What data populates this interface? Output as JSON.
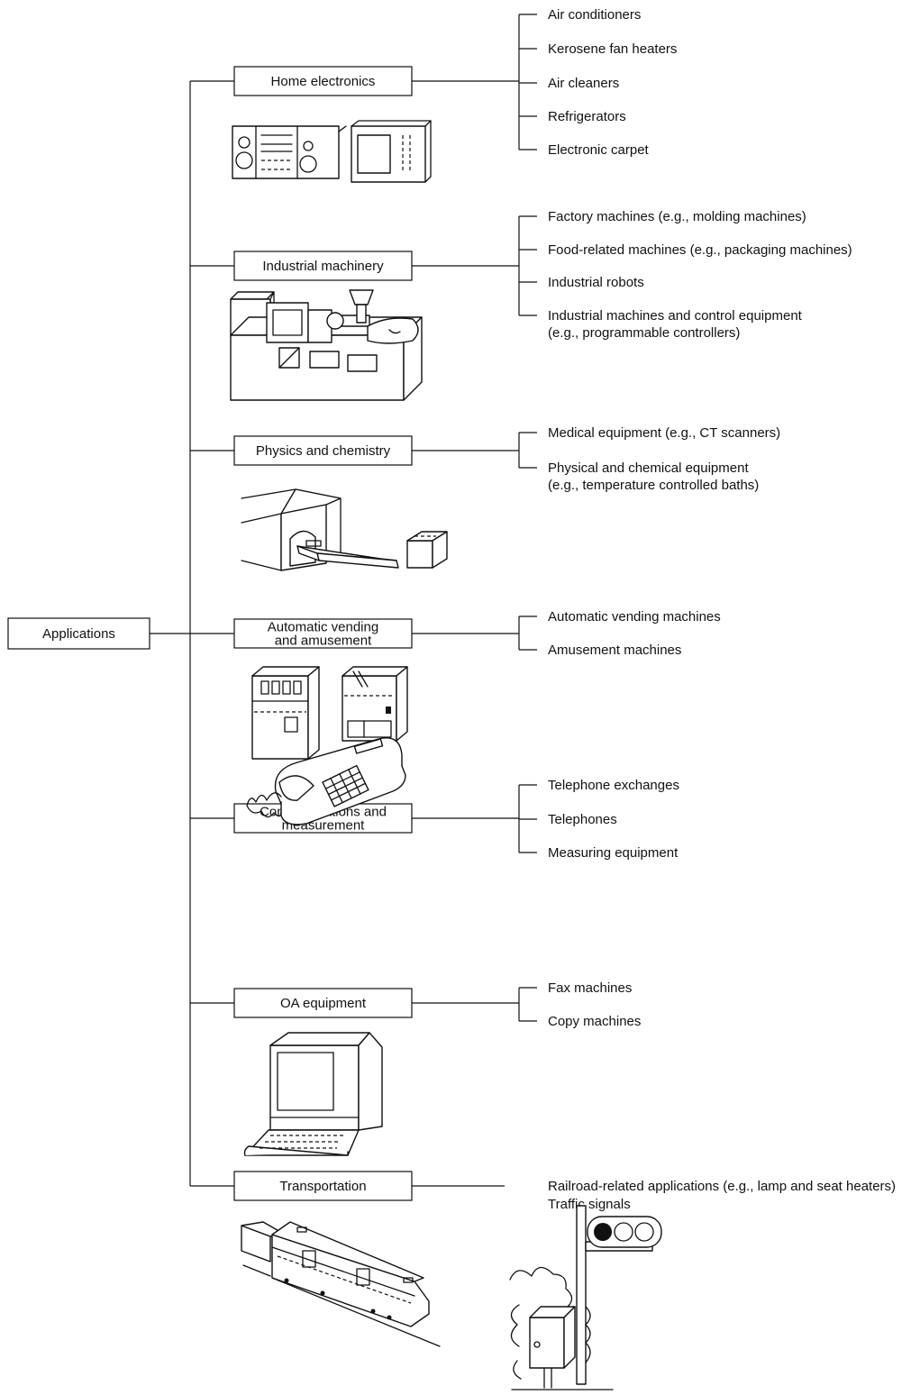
{
  "root": "Applications",
  "categories": [
    {
      "id": "home-electronics",
      "label_lines": [
        "Home electronics"
      ],
      "items": [
        [
          "Air conditioners"
        ],
        [
          "Kerosene fan heaters"
        ],
        [
          "Air cleaners"
        ],
        [
          "Refrigerators"
        ],
        [
          "Electronic carpet"
        ]
      ]
    },
    {
      "id": "industrial-machinery",
      "label_lines": [
        "Industrial machinery"
      ],
      "items": [
        [
          "Factory machines (e.g., molding machines)"
        ],
        [
          "Food-related machines (e.g., packaging machines)"
        ],
        [
          "Industrial robots"
        ],
        [
          "Industrial machines and control equipment",
          "(e.g., programmable controllers)"
        ]
      ]
    },
    {
      "id": "physics-and-chemistry",
      "label_lines": [
        "Physics and chemistry"
      ],
      "items": [
        [
          "Medical equipment (e.g., CT scanners)"
        ],
        [
          "Physical and chemical equipment",
          "(e.g., temperature controlled baths)"
        ]
      ]
    },
    {
      "id": "automatic-vending-and-amusement",
      "label_lines": [
        "Automatic vending",
        "and amusement"
      ],
      "items": [
        [
          "Automatic vending machines"
        ],
        [
          "Amusement machines"
        ]
      ]
    },
    {
      "id": "communications-and-measurement",
      "label_lines": [
        "Communications and",
        "measurement"
      ],
      "items": [
        [
          "Telephone exchanges"
        ],
        [
          "Telephones"
        ],
        [
          "Measuring equipment"
        ]
      ]
    },
    {
      "id": "oa-equipment",
      "label_lines": [
        "OA equipment"
      ],
      "items": [
        [
          "Fax machines"
        ],
        [
          "Copy machines"
        ]
      ]
    },
    {
      "id": "transportation",
      "label_lines": [
        "Transportation"
      ],
      "items": [
        [
          "Railroad-related applications (e.g., lamp and seat heaters)"
        ],
        [
          "Traffic signals"
        ]
      ]
    }
  ],
  "illustrations": [
    "stereo-and-microwave-illustration",
    "molding-machine-illustration",
    "ct-scanner-illustration",
    "vending-machines-illustration",
    "telephone-illustration",
    "computer-terminal-illustration",
    "train-and-traffic-signal-illustration"
  ],
  "colors": {
    "line": "#111111",
    "background": "#ffffff"
  }
}
